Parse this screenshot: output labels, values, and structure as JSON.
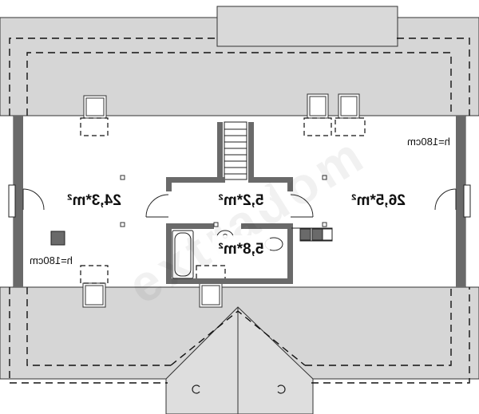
{
  "plan": {
    "rooms": [
      {
        "id": "room-left",
        "area": "24,3*m²"
      },
      {
        "id": "room-hall",
        "area": "5,2*m²"
      },
      {
        "id": "room-right",
        "area": "26,5*m²"
      },
      {
        "id": "bathroom",
        "area": "5,8*m²"
      }
    ],
    "clearance_labels": [
      {
        "id": "clearance-top-right",
        "text": "h=180cm"
      },
      {
        "id": "clearance-bottom-left",
        "text": "h=180cm"
      }
    ],
    "watermark": "extradom",
    "colors": {
      "roof": "#d6d6d6",
      "wall": "#6a6a6a",
      "line": "#333333",
      "floor": "#ffffff"
    }
  }
}
